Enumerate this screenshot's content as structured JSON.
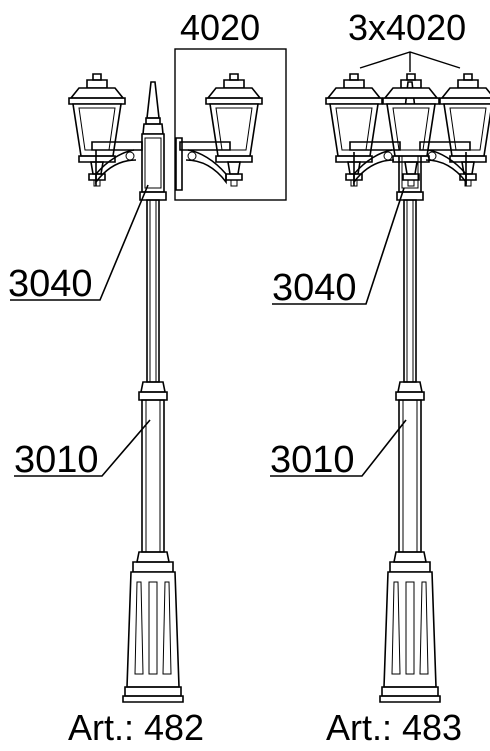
{
  "left_post": {
    "article": "Art.: 482",
    "top_label": "4020",
    "crossarm_label": "3040",
    "column_label": "3010"
  },
  "right_post": {
    "article": "Art.: 483",
    "top_label": "3x4020",
    "crossarm_label": "3040",
    "column_label": "3010"
  }
}
